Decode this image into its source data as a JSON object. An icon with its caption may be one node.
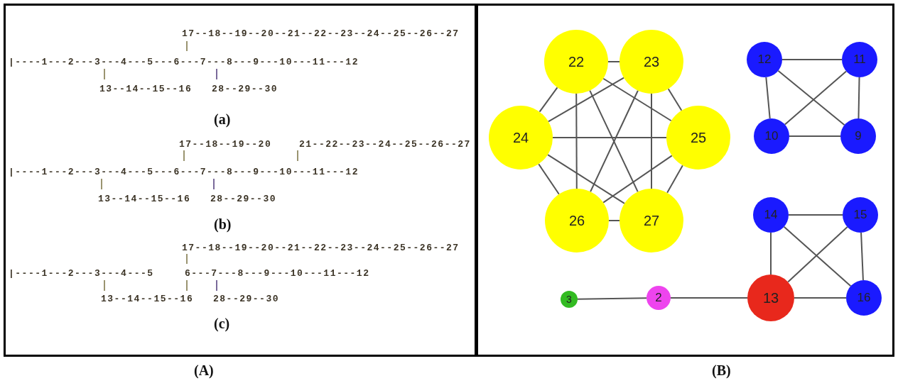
{
  "diagram": {
    "nodes": [
      {
        "text": [
          "22"
        ]
      },
      {
        "text": [
          "23"
        ]
      },
      {
        "text": [
          "24"
        ]
      },
      {
        "text": [
          "25"
        ]
      },
      {
        "text": [
          "26"
        ]
      },
      {
        "text": [
          "27"
        ]
      },
      {
        "text": [
          "12"
        ]
      },
      {
        "text": [
          "11"
        ]
      },
      {
        "text": [
          "10"
        ]
      },
      {
        "text": [
          "9"
        ]
      },
      {
        "text": [
          "14"
        ]
      },
      {
        "text": [
          "15"
        ]
      },
      {
        "text": [
          "13"
        ]
      },
      {
        "text": [
          "16"
        ]
      },
      {
        "text": [
          "3"
        ]
      },
      {
        "text": [
          "2"
        ]
      }
    ],
    "edges": [
      {
        "from": 0,
        "to": 1,
        "arrow": "none"
      },
      {
        "from": 0,
        "to": 2,
        "arrow": "none"
      },
      {
        "from": 0,
        "to": 3,
        "arrow": "none"
      },
      {
        "from": 0,
        "to": 4,
        "arrow": "none"
      },
      {
        "from": 0,
        "to": 5,
        "arrow": "none"
      },
      {
        "from": 1,
        "to": 2,
        "arrow": "none"
      },
      {
        "from": 1,
        "to": 3,
        "arrow": "none"
      },
      {
        "from": 1,
        "to": 4,
        "arrow": "none"
      },
      {
        "from": 1,
        "to": 5,
        "arrow": "none"
      },
      {
        "from": 2,
        "to": 3,
        "arrow": "none"
      },
      {
        "from": 2,
        "to": 4,
        "arrow": "none"
      },
      {
        "from": 2,
        "to": 5,
        "arrow": "none"
      },
      {
        "from": 3,
        "to": 4,
        "arrow": "none"
      },
      {
        "from": 3,
        "to": 5,
        "arrow": "none"
      },
      {
        "from": 4,
        "to": 5,
        "arrow": "none"
      },
      {
        "from": 6,
        "to": 7,
        "arrow": "none"
      },
      {
        "from": 6,
        "to": 8,
        "arrow": "none"
      },
      {
        "from": 6,
        "to": 9,
        "arrow": "none"
      },
      {
        "from": 7,
        "to": 8,
        "arrow": "none"
      },
      {
        "from": 7,
        "to": 9,
        "arrow": "none"
      },
      {
        "from": 8,
        "to": 9,
        "arrow": "none"
      },
      {
        "from": 10,
        "to": 11,
        "arrow": "none"
      },
      {
        "from": 10,
        "to": 12,
        "arrow": "none"
      },
      {
        "from": 10,
        "to": 13,
        "arrow": "none"
      },
      {
        "from": 11,
        "to": 12,
        "arrow": "none"
      },
      {
        "from": 11,
        "to": 13,
        "arrow": "none"
      },
      {
        "from": 12,
        "to": 13,
        "arrow": "none"
      },
      {
        "from": 14,
        "to": 15,
        "arrow": "none"
      },
      {
        "from": 15,
        "to": 12,
        "arrow": "none"
      }
    ],
    "labels": [
      "17--18--19--20--21--22--23--24--25--26--27",
      "|----1---2---3---4---5---6---7---8---9---10---11---12",
      "13--14--15--16",
      "28--29--30",
      "(a)",
      "17--18--19--20",
      "21--22--23--24--25--26--27",
      "|----1---2---3---4---5---6---7---8---9---10---11---12",
      "13--14--15--16",
      "28--29--30",
      "(b)",
      "17--18--19--20--21--22--23--24--25--26--27",
      "|----1---2---3---4---5",
      "6---7---8---9---10---11---12",
      "13--14--15--16",
      "28--29--30",
      "(c)",
      "(A)",
      "(B)"
    ]
  }
}
